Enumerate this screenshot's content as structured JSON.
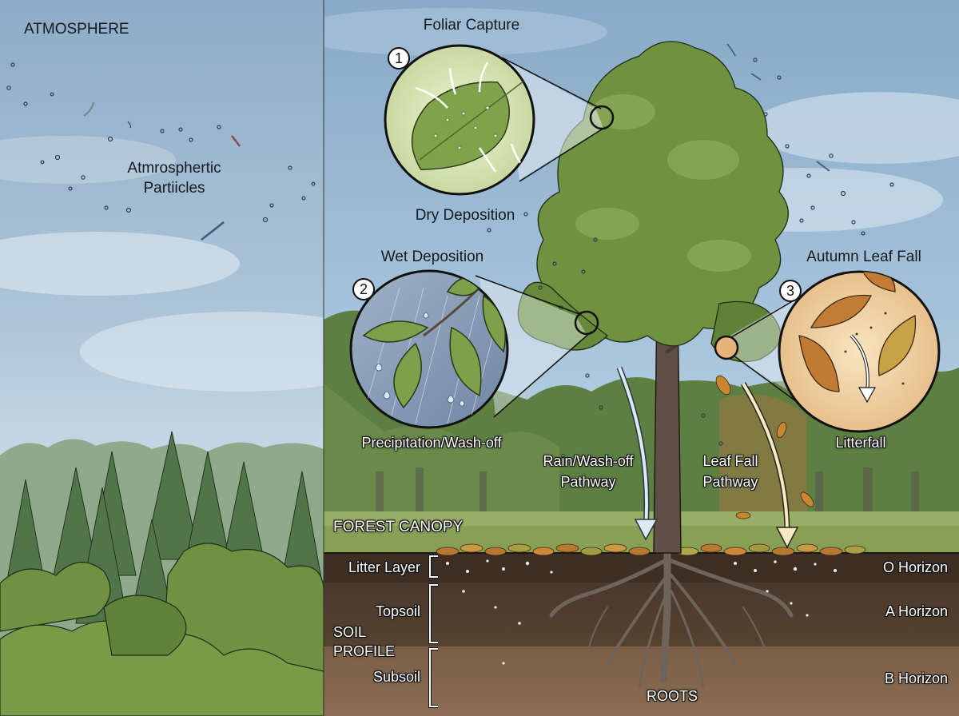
{
  "left_panel": {
    "region_label": "ATMOSPHERE",
    "particles_label_line1": "Atmrosphertic",
    "particles_label_line2": "Partiicles"
  },
  "callouts": [
    {
      "number": "1",
      "title": "Foliar Capture",
      "caption": "Dry Deposition",
      "icon": "leaf-with-particles-icon",
      "fill": "#dfe9c0"
    },
    {
      "number": "2",
      "title": "Wet Deposition",
      "caption": "Precipitation/Wash-off",
      "icon": "leaves-in-rain-icon",
      "fill": "#8ea3bd"
    },
    {
      "number": "3",
      "title": "Autumn Leaf Fall",
      "caption": "Litterfall",
      "icon": "falling-autumn-leaves-icon",
      "fill": "#f1d7ab"
    }
  ],
  "pathways": {
    "rain_line1": "Rain/Wash-off",
    "rain_line2": "Pathway",
    "leaf_line1": "Leaf Fall",
    "leaf_line2": "Pathway",
    "rain_arrow_color": "#dbe9f5",
    "leaf_arrow_color": "#f6e9c6"
  },
  "zones": {
    "canopy_label": "FOREST CANOPY",
    "soil_profile_line1": "SOIL",
    "soil_profile_line2": "PROFILE",
    "roots_label": "ROOTS"
  },
  "soil_layers": [
    {
      "name": "Litter Layer",
      "horizon": "O Horizon",
      "color": "#3e2f24"
    },
    {
      "name": "Topsoil",
      "horizon": "A Horizon",
      "color": "#4f3d2f"
    },
    {
      "name": "Subsoil",
      "horizon": "B Horizon",
      "color": "#7a5f48"
    }
  ],
  "colors": {
    "sky_top": "#8fb0cc",
    "sky_bottom": "#cfe0ea",
    "grass": "#7f9a4e",
    "canopy_green": "#6f9140",
    "trunk": "#5e5046"
  }
}
